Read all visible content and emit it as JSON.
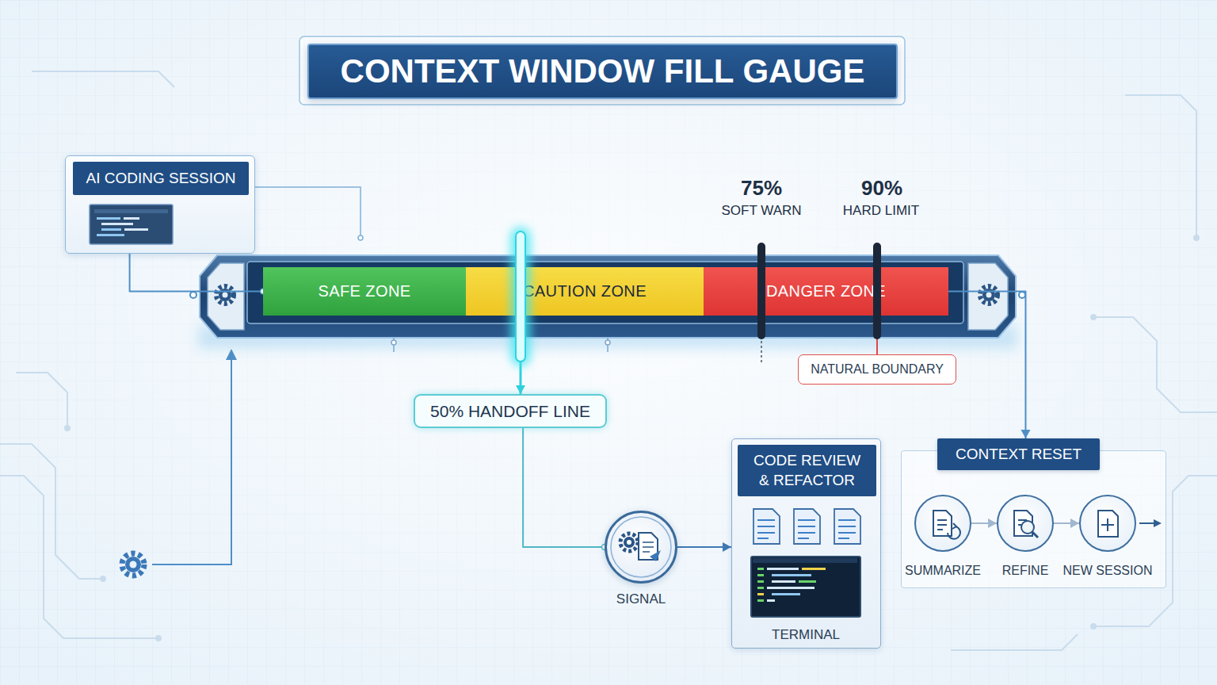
{
  "diagram": {
    "title": "CONTEXT WINDOW FILL GAUGE",
    "nodes": [
      {
        "text": [
          "AI CODING SESSION"
        ]
      },
      {
        "text": [
          "SAFE ZONE"
        ]
      },
      {
        "text": [
          "CAUTION ZONE"
        ]
      },
      {
        "text": [
          "DANGER ZONE"
        ]
      },
      {
        "text": [
          "50% HANDOFF LINE"
        ]
      },
      {
        "text": [
          "NATURAL BOUNDARY"
        ]
      },
      {
        "text": [
          "SIGNAL"
        ]
      },
      {
        "text": [
          "CODE REVIEW & REFACTOR"
        ]
      },
      {
        "text": [
          "TERMINAL"
        ],
        "in": 7
      },
      {
        "text": [
          "CONTEXT RESET"
        ]
      },
      {
        "text": [
          "SUMMARIZE"
        ],
        "in": 9
      },
      {
        "text": [
          "REFINE"
        ],
        "in": 9
      },
      {
        "text": [
          "NEW SESSION"
        ],
        "in": 9
      }
    ],
    "edges": [
      {
        "from": 0,
        "to": 1,
        "arrow": "none"
      },
      {
        "from": 2,
        "to": 4,
        "arrow": "to"
      },
      {
        "from": 4,
        "to": 6,
        "arrow": "none"
      },
      {
        "from": 6,
        "to": 7,
        "arrow": "to"
      },
      {
        "from": 5,
        "to": 3,
        "arrow": "to"
      },
      {
        "from": 3,
        "to": 9,
        "arrow": "to"
      },
      {
        "from": 10,
        "to": 11,
        "arrow": "to"
      },
      {
        "from": 11,
        "to": 12,
        "arrow": "to"
      }
    ],
    "labels": [
      "75%",
      "SOFT WARN",
      "90%",
      "HARD LIMIT"
    ]
  }
}
